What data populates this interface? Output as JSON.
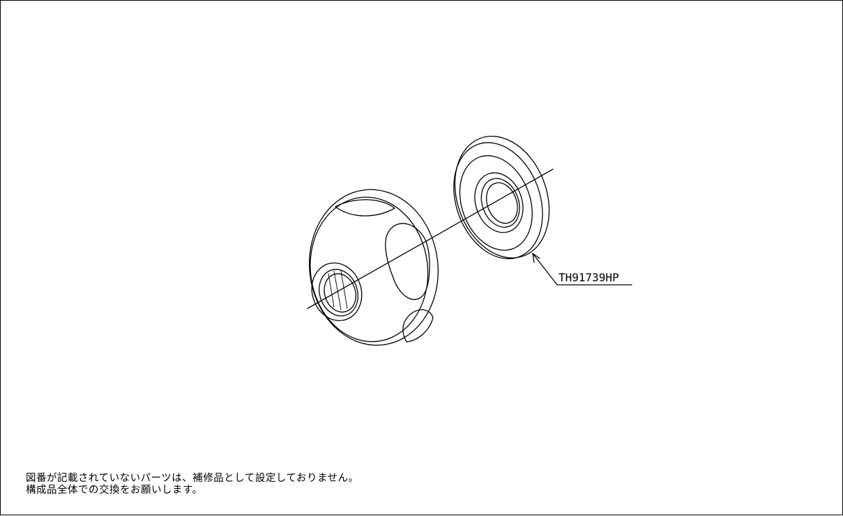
{
  "parts": [
    {
      "part_number": "TH91739HP"
    }
  ],
  "notes": [
    "図番が記載されていないパーツは、補修品として設定しておりません。",
    "構成品全体での交換をお願いします。"
  ]
}
